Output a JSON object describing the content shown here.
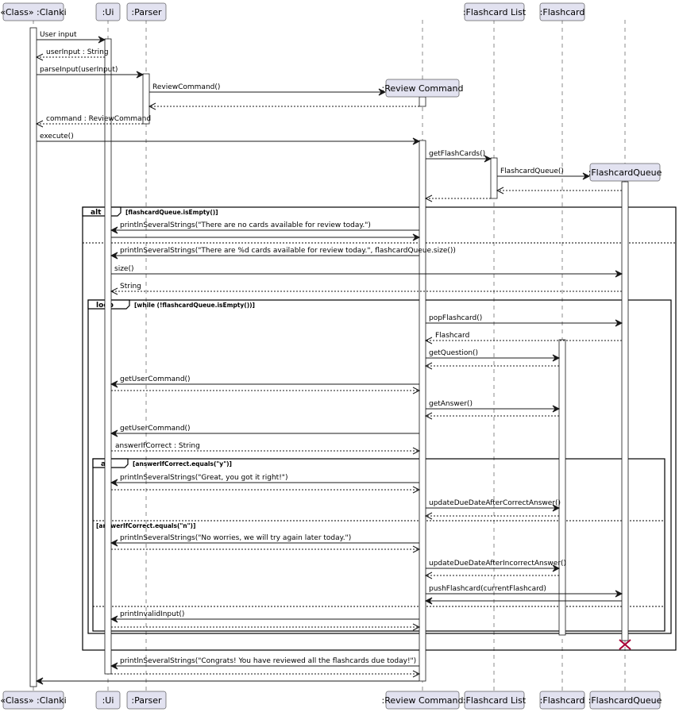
{
  "participants": [
    {
      "id": "clanki",
      "label": "«Class» :Clanki"
    },
    {
      "id": "ui",
      "label": ":Ui"
    },
    {
      "id": "parser",
      "label": ":Parser"
    },
    {
      "id": "review",
      "label": ":Review Command"
    },
    {
      "id": "list",
      "label": ":Flashcard List"
    },
    {
      "id": "flashcard",
      "label": ":Flashcard"
    },
    {
      "id": "queue",
      "label": ":FlashcardQueue"
    }
  ],
  "messages": [
    {
      "from": "clanki",
      "to": "ui",
      "label": "User input",
      "style": "call"
    },
    {
      "from": "ui",
      "to": "clanki",
      "label": "userInput : String",
      "style": "return"
    },
    {
      "from": "clanki",
      "to": "parser",
      "label": "parseInput(userInput)",
      "style": "call"
    },
    {
      "from": "parser",
      "to": "review",
      "label": "ReviewCommand()",
      "style": "create"
    },
    {
      "from": "review",
      "to": "parser",
      "label": "",
      "style": "return"
    },
    {
      "from": "parser",
      "to": "clanki",
      "label": "command : ReviewCommand",
      "style": "return"
    },
    {
      "from": "clanki",
      "to": "review",
      "label": "execute()",
      "style": "call"
    },
    {
      "from": "review",
      "to": "list",
      "label": "getFlashCards()",
      "style": "call"
    },
    {
      "from": "list",
      "to": "queue",
      "label": "FlashcardQueue()",
      "style": "create"
    },
    {
      "from": "queue",
      "to": "list",
      "label": "",
      "style": "return"
    },
    {
      "from": "list",
      "to": "review",
      "label": "",
      "style": "return"
    },
    {
      "from": "review",
      "to": "ui",
      "label": "printlnSeveralStrings(\"There are no cards available for review today.\")",
      "style": "call"
    },
    {
      "from": "ui",
      "to": "review",
      "label": "",
      "style": "call"
    },
    {
      "from": "review",
      "to": "ui",
      "label": "printlnSeveralStrings(\"There are %d cards available for review today.\", flashcardQueue.size())",
      "style": "call"
    },
    {
      "from": "ui",
      "to": "queue",
      "label": "size()",
      "style": "call"
    },
    {
      "from": "queue",
      "to": "ui",
      "label": "String",
      "style": "return"
    },
    {
      "from": "review",
      "to": "queue",
      "label": "popFlashcard()",
      "style": "call"
    },
    {
      "from": "queue",
      "to": "review",
      "label": "Flashcard",
      "style": "return"
    },
    {
      "from": "review",
      "to": "flashcard",
      "label": "getQuestion()",
      "style": "call"
    },
    {
      "from": "flashcard",
      "to": "review",
      "label": "",
      "style": "return"
    },
    {
      "from": "review",
      "to": "ui",
      "label": "getUserCommand()",
      "style": "call"
    },
    {
      "from": "ui",
      "to": "review",
      "label": "",
      "style": "return"
    },
    {
      "from": "review",
      "to": "flashcard",
      "label": "getAnswer()",
      "style": "call"
    },
    {
      "from": "flashcard",
      "to": "review",
      "label": "",
      "style": "return"
    },
    {
      "from": "review",
      "to": "ui",
      "label": "getUserCommand()",
      "style": "call"
    },
    {
      "from": "ui",
      "to": "review",
      "label": "answerIfCorrect : String",
      "style": "return"
    },
    {
      "from": "review",
      "to": "ui",
      "label": "printlnSeveralStrings(\"Great, you got it right!\")",
      "style": "call"
    },
    {
      "from": "ui",
      "to": "review",
      "label": "",
      "style": "return"
    },
    {
      "from": "review",
      "to": "flashcard",
      "label": "updateDueDateAfterCorrectAnswer()",
      "style": "call"
    },
    {
      "from": "flashcard",
      "to": "review",
      "label": "",
      "style": "return"
    },
    {
      "from": "review",
      "to": "ui",
      "label": "printlnSeveralStrings(\"No worries, we will try again later today.\")",
      "style": "call"
    },
    {
      "from": "ui",
      "to": "review",
      "label": "",
      "style": "return"
    },
    {
      "from": "review",
      "to": "flashcard",
      "label": "updateDueDateAfterIncorrectAnswer()",
      "style": "call"
    },
    {
      "from": "flashcard",
      "to": "review",
      "label": "",
      "style": "return"
    },
    {
      "from": "review",
      "to": "queue",
      "label": "pushFlashcard(currentFlashcard)",
      "style": "call"
    },
    {
      "from": "queue",
      "to": "review",
      "label": "",
      "style": "call"
    },
    {
      "from": "review",
      "to": "ui",
      "label": "printInvalidInput()",
      "style": "call"
    },
    {
      "from": "ui",
      "to": "review",
      "label": "",
      "style": "return"
    },
    {
      "from": "review",
      "to": "ui",
      "label": "printlnSeveralStrings(\"Congrats! You have reviewed all the flashcards due today!\")",
      "style": "call"
    },
    {
      "from": "ui",
      "to": "review",
      "label": "",
      "style": "return"
    },
    {
      "from": "review",
      "to": "clanki",
      "label": "",
      "style": "call"
    }
  ],
  "fragments": [
    {
      "id": "alt-outer",
      "keyword": "alt",
      "guard": "[flashcardQueue.isEmpty()]",
      "else_guards": [
        ""
      ]
    },
    {
      "id": "loop",
      "keyword": "loop",
      "guard": "[while (!flashcardQueue.isEmpty())]",
      "else_guards": []
    },
    {
      "id": "alt-inner",
      "keyword": "alt",
      "guard": "[answerIfCorrect.equals(\"y\")]",
      "else_guards": [
        "[answerIfCorrect.equals(\"n\")]",
        ""
      ]
    }
  ]
}
